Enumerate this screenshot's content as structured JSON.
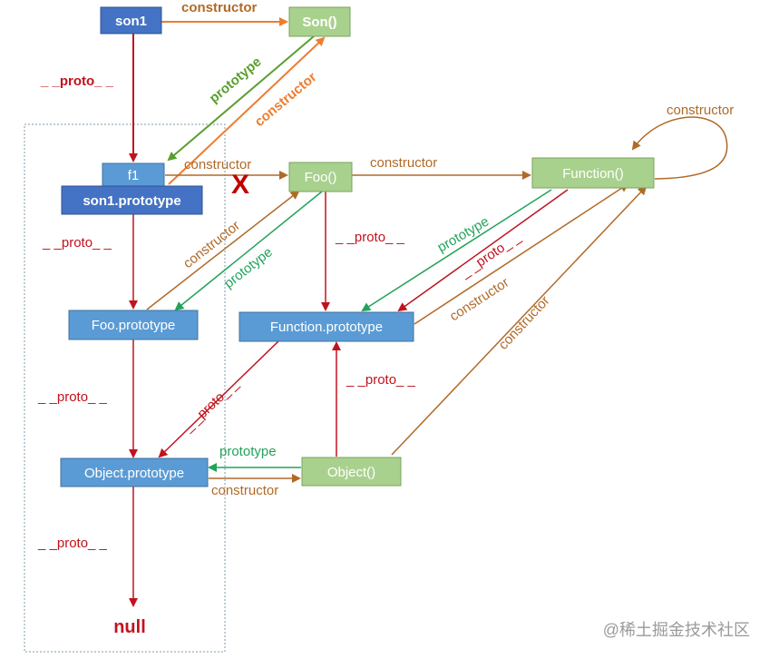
{
  "colors": {
    "proto": "#c0131e",
    "constructor_dark": "#b06a28",
    "constructor_orange": "#ec7d31",
    "prototype_green": "#22a35a",
    "prototype_lime": "#5a9e2f",
    "node_blue": "#5b9bd5",
    "node_darkblue": "#4472c4",
    "node_green": "#a9d18e",
    "cross": "#c00000",
    "watermark": "#9a9a9a"
  },
  "nodes": {
    "son1": "son1",
    "son_ctor": "Son()",
    "f1": "f1",
    "son1_prototype": "son1.prototype",
    "foo_ctor": "Foo()",
    "function_ctor": "Function()",
    "foo_prototype": "Foo.prototype",
    "function_prototype": "Function.prototype",
    "object_prototype": "Object.prototype",
    "object_ctor": "Object()",
    "null": "null"
  },
  "edges": {
    "son1_constructor": "constructor",
    "son1_proto": "_ _proto_ _",
    "son_prototype": "prototype",
    "son_constructor": "constructor",
    "f1_constructor": "constructor",
    "f1_constructor_invalid_mark": "X",
    "foo_constructor": "constructor",
    "function_self_constructor": "constructor",
    "f1_proto": "_ _proto_ _",
    "fooproto_constructor": "constructor",
    "foo_prototype": "prototype",
    "foo_proto": "_ _proto_ _",
    "function_prototype": "prototype",
    "function_proto": "_ _proto_ _",
    "funcproto_constructor": "constructor",
    "objectctor_constructor": "constructor",
    "fooproto_proto": "_ _proto_ _",
    "funcproto_proto": "_ _proto_ _",
    "objectctor_proto": "_ _proto_ _",
    "object_prototype": "prototype",
    "objproto_constructor": "constructor",
    "objproto_proto": "_ _proto_ _"
  },
  "watermark": "@稀土掘金技术社区"
}
